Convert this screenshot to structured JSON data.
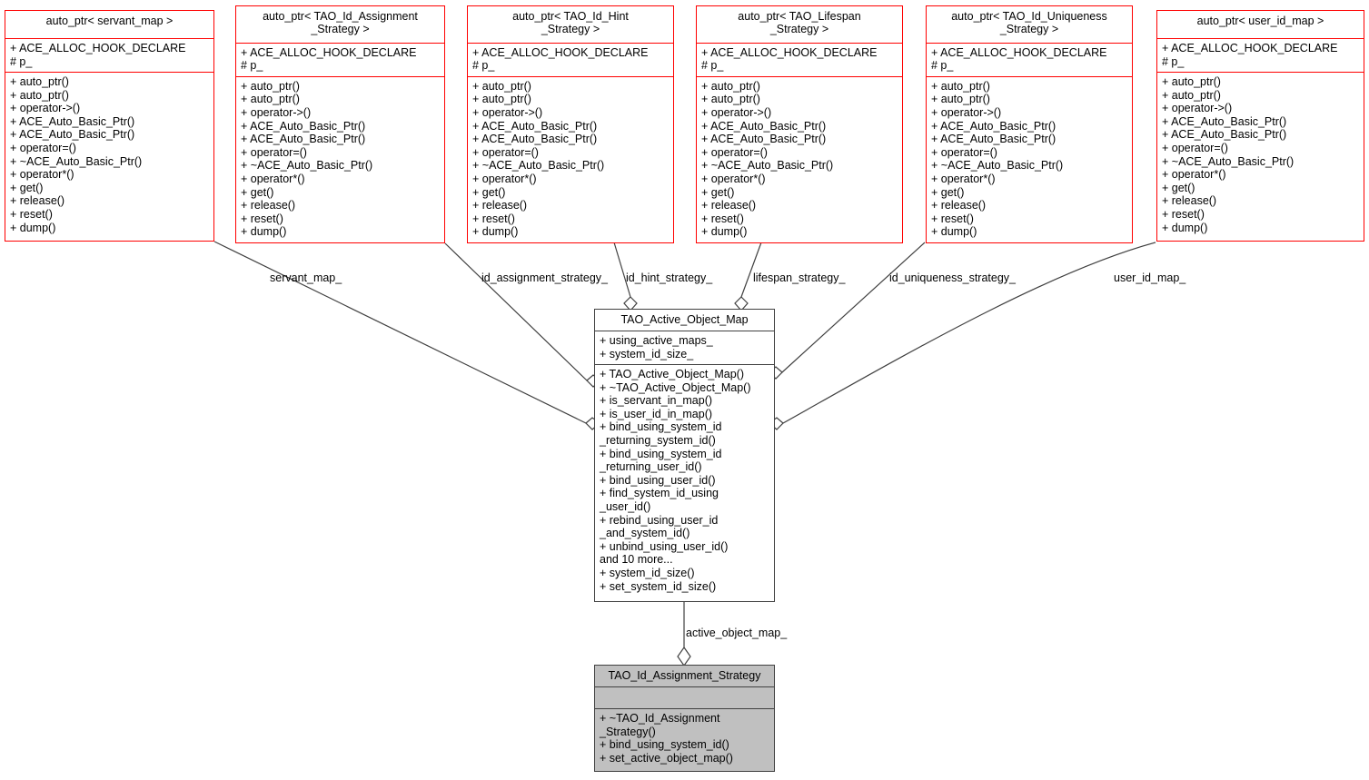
{
  "diagram": {
    "title": "TAO_Active_Object_Map collaboration diagram",
    "colors": {
      "template_border": "#ff0000",
      "class_border": "#404040",
      "highlight_fill": "#c0c0c0",
      "background": "#ffffff",
      "edge": "#404040"
    }
  },
  "auto_ptr_members": {
    "attributes": [
      "+ ACE_ALLOC_HOOK_DECLARE",
      "# p_"
    ],
    "operations": [
      "+ auto_ptr()",
      "+ auto_ptr()",
      "+ operator->()",
      "+ ACE_Auto_Basic_Ptr()",
      "+ ACE_Auto_Basic_Ptr()",
      "+ operator=()",
      "+ ~ACE_Auto_Basic_Ptr()",
      "+ operator*()",
      "+ get()",
      "+ release()",
      "+ reset()",
      "+ dump()"
    ]
  },
  "classes": [
    {
      "id": "servant-map",
      "title": "auto_ptr< servant_map >",
      "attributes": [
        "+ ACE_ALLOC_HOOK_DECLARE",
        "# p_"
      ],
      "operations": [
        "+ auto_ptr()",
        "+ auto_ptr()",
        "+ operator->()",
        "+ ACE_Auto_Basic_Ptr()",
        "+ ACE_Auto_Basic_Ptr()",
        "+ operator=()",
        "+ ~ACE_Auto_Basic_Ptr()",
        "+ operator*()",
        "+ get()",
        "+ release()",
        "+ reset()",
        "+ dump()"
      ]
    },
    {
      "id": "id-assignment-strategy-ptr",
      "title": "auto_ptr< TAO_Id_Assignment\n_Strategy >",
      "attributes": [
        "+ ACE_ALLOC_HOOK_DECLARE",
        "# p_"
      ],
      "operations": [
        "+ auto_ptr()",
        "+ auto_ptr()",
        "+ operator->()",
        "+ ACE_Auto_Basic_Ptr()",
        "+ ACE_Auto_Basic_Ptr()",
        "+ operator=()",
        "+ ~ACE_Auto_Basic_Ptr()",
        "+ operator*()",
        "+ get()",
        "+ release()",
        "+ reset()",
        "+ dump()"
      ]
    },
    {
      "id": "id-hint-strategy-ptr",
      "title": "auto_ptr< TAO_Id_Hint\n_Strategy >",
      "attributes": [
        "+ ACE_ALLOC_HOOK_DECLARE",
        "# p_"
      ],
      "operations": [
        "+ auto_ptr()",
        "+ auto_ptr()",
        "+ operator->()",
        "+ ACE_Auto_Basic_Ptr()",
        "+ ACE_Auto_Basic_Ptr()",
        "+ operator=()",
        "+ ~ACE_Auto_Basic_Ptr()",
        "+ operator*()",
        "+ get()",
        "+ release()",
        "+ reset()",
        "+ dump()"
      ]
    },
    {
      "id": "lifespan-strategy-ptr",
      "title": "auto_ptr< TAO_Lifespan\n_Strategy >",
      "attributes": [
        "+ ACE_ALLOC_HOOK_DECLARE",
        "# p_"
      ],
      "operations": [
        "+ auto_ptr()",
        "+ auto_ptr()",
        "+ operator->()",
        "+ ACE_Auto_Basic_Ptr()",
        "+ ACE_Auto_Basic_Ptr()",
        "+ operator=()",
        "+ ~ACE_Auto_Basic_Ptr()",
        "+ operator*()",
        "+ get()",
        "+ release()",
        "+ reset()",
        "+ dump()"
      ]
    },
    {
      "id": "id-uniqueness-strategy-ptr",
      "title": "auto_ptr< TAO_Id_Uniqueness\n_Strategy >",
      "attributes": [
        "+ ACE_ALLOC_HOOK_DECLARE",
        "# p_"
      ],
      "operations": [
        "+ auto_ptr()",
        "+ auto_ptr()",
        "+ operator->()",
        "+ ACE_Auto_Basic_Ptr()",
        "+ ACE_Auto_Basic_Ptr()",
        "+ operator=()",
        "+ ~ACE_Auto_Basic_Ptr()",
        "+ operator*()",
        "+ get()",
        "+ release()",
        "+ reset()",
        "+ dump()"
      ]
    },
    {
      "id": "user-id-map",
      "title": "auto_ptr< user_id_map >",
      "attributes": [
        "+ ACE_ALLOC_HOOK_DECLARE",
        "# p_"
      ],
      "operations": [
        "+ auto_ptr()",
        "+ auto_ptr()",
        "+ operator->()",
        "+ ACE_Auto_Basic_Ptr()",
        "+ ACE_Auto_Basic_Ptr()",
        "+ operator=()",
        "+ ~ACE_Auto_Basic_Ptr()",
        "+ operator*()",
        "+ get()",
        "+ release()",
        "+ reset()",
        "+ dump()"
      ]
    }
  ],
  "center_class": {
    "id": "tao-active-object-map",
    "title": "TAO_Active_Object_Map",
    "attributes": [
      "+ using_active_maps_",
      "+ system_id_size_"
    ],
    "operations": [
      "+ TAO_Active_Object_Map()",
      "+ ~TAO_Active_Object_Map()",
      "+ is_servant_in_map()",
      "+ is_user_id_in_map()",
      "+ bind_using_system_id\n_returning_system_id()",
      "+ bind_using_system_id\n_returning_user_id()",
      "+ bind_using_user_id()",
      "+ find_system_id_using\n_user_id()",
      "+ rebind_using_user_id\n_and_system_id()",
      "+ unbind_using_user_id()",
      "and 10 more...",
      "+ system_id_size()",
      "+ set_system_id_size()"
    ]
  },
  "bottom_class": {
    "id": "tao-id-assignment-strategy",
    "title": "TAO_Id_Assignment_Strategy",
    "attributes": [],
    "operations": [
      "+ ~TAO_Id_Assignment\n_Strategy()",
      "+ bind_using_system_id()",
      "+ set_active_object_map()"
    ]
  },
  "edge_labels": [
    {
      "id": "servant-map-label",
      "text": "servant_map_"
    },
    {
      "id": "id-assignment-strategy-label",
      "text": "id_assignment_strategy_"
    },
    {
      "id": "id-hint-strategy-label",
      "text": "id_hint_strategy_"
    },
    {
      "id": "lifespan-strategy-label",
      "text": "lifespan_strategy_"
    },
    {
      "id": "id-uniqueness-strategy-label",
      "text": "id_uniqueness_strategy_"
    },
    {
      "id": "user-id-map-label",
      "text": "user_id_map_"
    },
    {
      "id": "active-object-map-label",
      "text": "active_object_map_"
    }
  ]
}
